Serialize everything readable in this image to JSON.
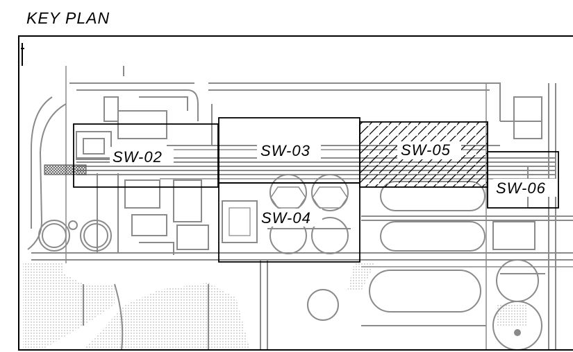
{
  "title": "KEY PLAN",
  "zones": [
    {
      "id": "sw02",
      "label": "SW-02",
      "hatched": false
    },
    {
      "id": "sw03",
      "label": "SW-03",
      "hatched": false
    },
    {
      "id": "sw04",
      "label": "SW-04",
      "hatched": false
    },
    {
      "id": "sw05",
      "label": "SW-05",
      "hatched": true
    },
    {
      "id": "sw06",
      "label": "SW-06",
      "hatched": false
    }
  ],
  "colors": {
    "linework": "#8a8a8a",
    "zone_outline": "#000000",
    "hatch": "#000000",
    "background": "#ffffff"
  }
}
